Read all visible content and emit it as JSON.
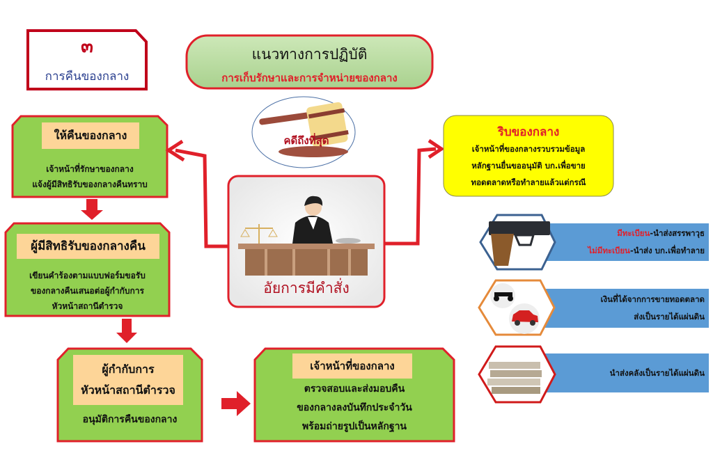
{
  "section": {
    "number": "๓",
    "title": "การคืนของกลาง"
  },
  "header": {
    "title": "แนวทางการปฏิบัติ",
    "subtitle": "การเก็บรักษาและการจำหน่ายของกลาง"
  },
  "gavel": {
    "label": "คดีถึงที่สุด"
  },
  "prosecutor": {
    "label": "อัยการมีคำสั่ง"
  },
  "steps": [
    {
      "title": "ให้คืนของกลาง",
      "lines": [
        "เจ้าหน้าที่รักษาของกลาง",
        "แจ้งผู้มีสิทธิรับของกลางคืนทราบ"
      ]
    },
    {
      "title": "ผู้มีสิทธิรับของกลางคืน",
      "lines": [
        "เขียนคำร้องตามแบบฟอร์มขอรับ",
        "ของกลางคืนเสนอต่อผู้กำกับการ",
        "หัวหน้าสถานีตำรวจ"
      ]
    },
    {
      "title": [
        "ผู้กำกับการ",
        "หัวหน้าสถานีตำรวจ"
      ],
      "lines": [
        "อนุมัติการคืนของกลาง"
      ]
    },
    {
      "title": "เจ้าหน้าที่ของกลาง",
      "lines": [
        "ตรวจสอบและส่งมอบคืน",
        "ของกลางลงบันทึกประจำวัน",
        "พร้อมถ่ายรูปเป็นหลักฐาน"
      ]
    }
  ],
  "confiscate": {
    "title": "ริบของกลาง",
    "lines": [
      "เจ้าหน้าที่ของกลางรวบรวมข้อมูล",
      "หลักฐานยื่นขออนุมัติ บก.เพื่อขาย",
      "ทอดตลาดหรือทำลายแล้วแต่กรณี"
    ]
  },
  "outcomes": [
    {
      "icon": "pistol-icon",
      "lines": [
        {
          "em": "มีทะเบียน",
          "rest": "-นำส่งสรรพาวุธ"
        },
        {
          "em": "ไม่มีทะเบียน",
          "rest": "-นำส่ง บก.เพื่อทำลาย"
        }
      ]
    },
    {
      "icon": "vehicles-icon",
      "lines": [
        "เงินที่ได้จากการขายทอดตลาด",
        "ส่งเป็นรายได้แผ่นดิน"
      ]
    },
    {
      "icon": "money-icon",
      "lines": [
        "นำส่งคลังเป็นรายได้แผ่นดิน"
      ]
    }
  ],
  "colors": {
    "green": "#92d050",
    "red": "#e0202a",
    "peach": "#fdd598",
    "yellow": "#ffff00",
    "blue": "#5b9bd5"
  }
}
